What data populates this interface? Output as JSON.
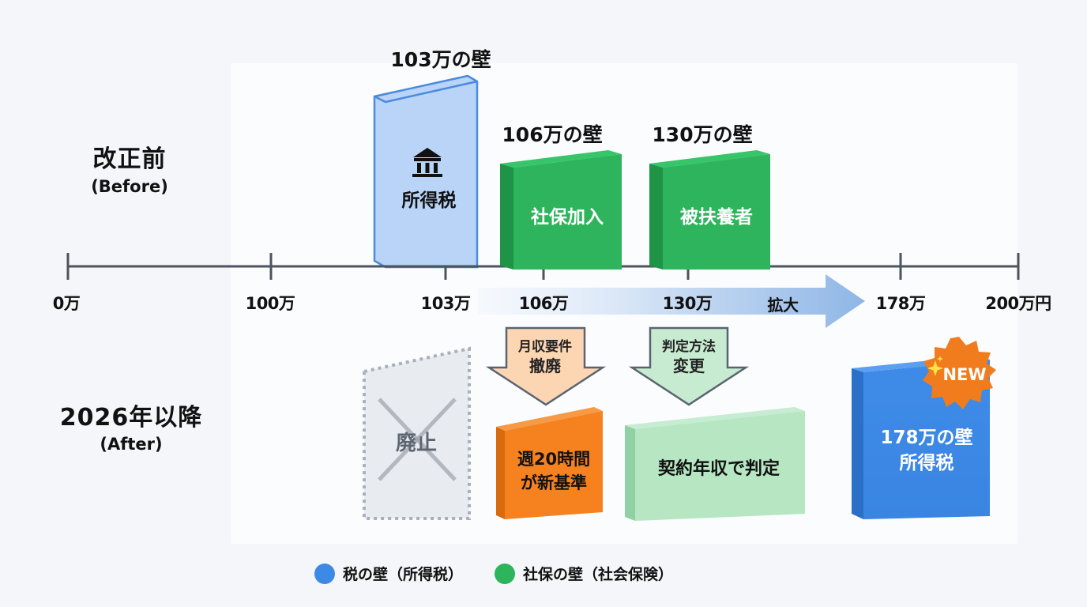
{
  "rows": {
    "before": {
      "title": "改正前",
      "subtitle": "(Before)"
    },
    "after": {
      "title": "2026年以降",
      "subtitle": "(After)"
    }
  },
  "axis": {
    "ticks": [
      {
        "label": "0万",
        "value": 0
      },
      {
        "label": "100万",
        "value": 100
      },
      {
        "label": "103万",
        "value": 103
      },
      {
        "label": "106万",
        "value": 106
      },
      {
        "label": "130万",
        "value": 130
      },
      {
        "label": "178万",
        "value": 178
      },
      {
        "label": "200万円",
        "value": 200
      }
    ],
    "expand_arrow_label": "拡大"
  },
  "before_walls": [
    {
      "title": "103万の壁",
      "label": "所得税",
      "icon": "bank-icon",
      "type": "tax",
      "color": "#b9d4f7"
    },
    {
      "title": "106万の壁",
      "label": "社保加入",
      "type": "social",
      "color": "#2db45c"
    },
    {
      "title": "130万の壁",
      "label": "被扶養者",
      "type": "social",
      "color": "#2db45c"
    }
  ],
  "after_walls": {
    "abolished": {
      "label": "廃止"
    },
    "change_106": {
      "arrow_line1": "月収要件",
      "arrow_line2": "撤廃",
      "block_line1": "週20時間",
      "block_line2": "が新基準",
      "color": "#f5821f"
    },
    "change_130": {
      "arrow_line1": "判定方法",
      "arrow_line2": "変更",
      "block_label": "契約年収で判定",
      "color": "#b6e6c2"
    },
    "new_178": {
      "line1": "178万の壁",
      "line2": "所得税",
      "badge": "NEW",
      "color": "#3d8ae6",
      "badge_color": "#f07c1e"
    }
  },
  "legend": [
    {
      "label": "税の壁（所得税）",
      "color": "#3d8ae6"
    },
    {
      "label": "社保の壁（社会保険）",
      "color": "#2db45c"
    }
  ]
}
